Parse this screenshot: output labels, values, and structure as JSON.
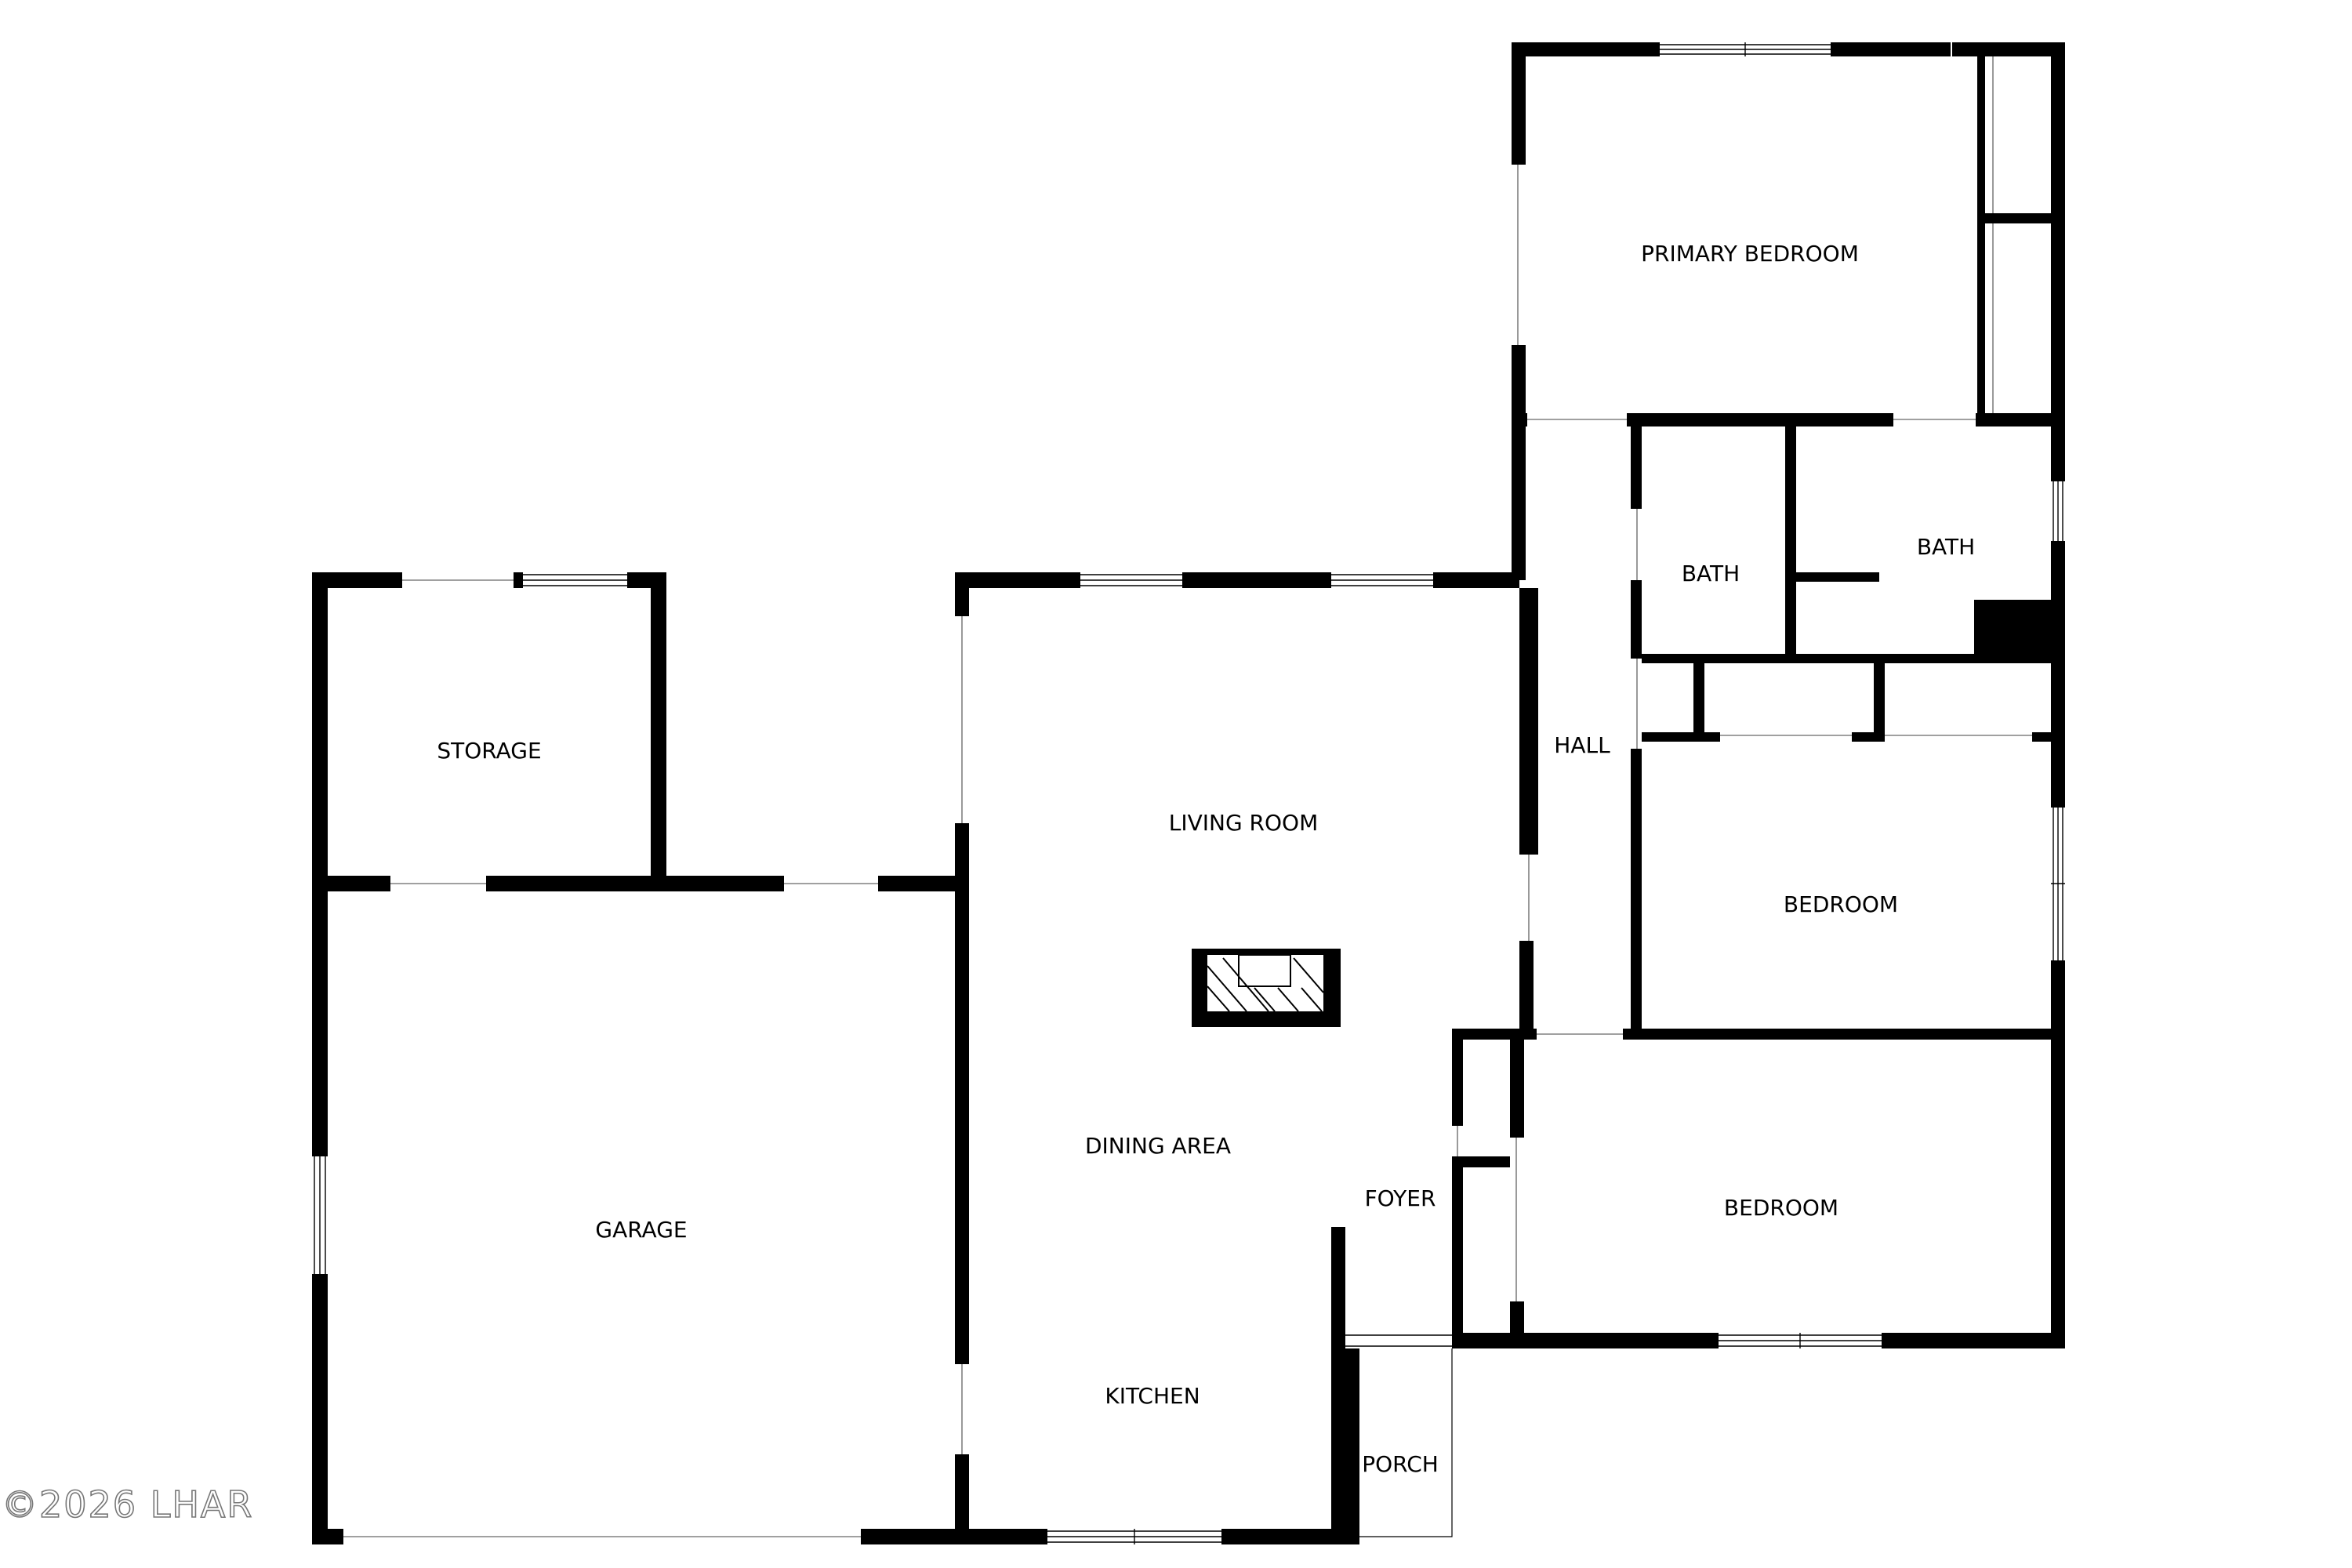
{
  "rooms": {
    "primary_bedroom": "PRIMARY BEDROOM",
    "bath_left": "BATH",
    "bath_right": "BATH",
    "hall": "HALL",
    "bedroom_middle": "BEDROOM",
    "bedroom_lower": "BEDROOM",
    "living_room": "LIVING ROOM",
    "dining_area": "DINING AREA",
    "foyer": "FOYER",
    "kitchen": "KITCHEN",
    "porch": "PORCH",
    "storage": "STORAGE",
    "garage": "GARAGE"
  },
  "watermark": "©2026 LHAR",
  "colors": {
    "wall": "#000000",
    "background": "#ffffff"
  }
}
